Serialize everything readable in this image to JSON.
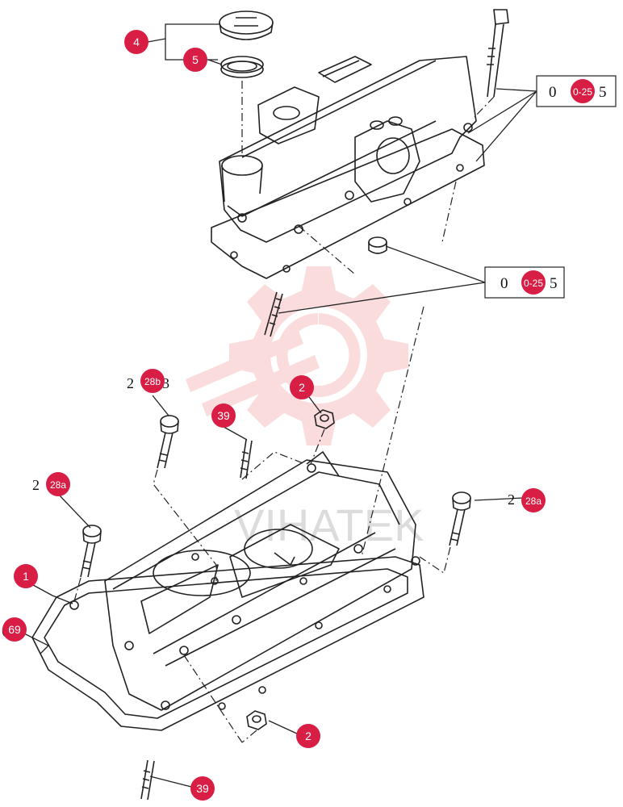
{
  "diagram": {
    "watermark": {
      "text": "VIHATEK",
      "color": "#f2b6b6"
    },
    "callout_color": "#d81e44",
    "callouts": [
      {
        "id": "c4",
        "label": "4"
      },
      {
        "id": "c5",
        "label": "5"
      },
      {
        "id": "c2a",
        "label": "2"
      },
      {
        "id": "c39a",
        "label": "39"
      },
      {
        "id": "c28b",
        "label": "28b"
      },
      {
        "id": "c28a-left",
        "label": "28a"
      },
      {
        "id": "c28a-right",
        "label": "28a"
      },
      {
        "id": "c1",
        "label": "1"
      },
      {
        "id": "c69",
        "label": "69"
      },
      {
        "id": "c2b",
        "label": "2"
      },
      {
        "id": "c39b",
        "label": "39"
      },
      {
        "id": "cref1",
        "label": "0-25"
      },
      {
        "id": "cref2",
        "label": "0-25"
      }
    ],
    "reference_boxes": [
      {
        "id": "ref1",
        "left": "0",
        "right": "5"
      },
      {
        "id": "ref2",
        "left": "0",
        "right": "5"
      }
    ],
    "prefixes": [
      {
        "id": "p28b",
        "text": "2"
      },
      {
        "id": "p28b-suffix",
        "text": "3"
      },
      {
        "id": "p28a-left",
        "text": "2"
      },
      {
        "id": "p28a-right",
        "text": "2"
      },
      {
        "id": "p69",
        "text": "("
      }
    ]
  }
}
